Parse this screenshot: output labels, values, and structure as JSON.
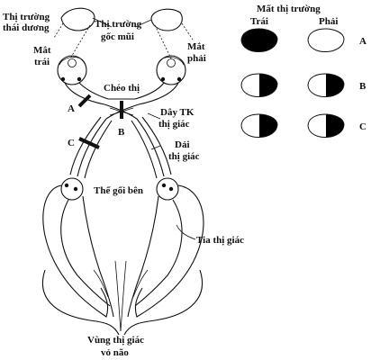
{
  "labels": {
    "field_temporal_line1": "Thị trường",
    "field_temporal_line2": "thái dương",
    "field_nasal_line1": "Thị trường",
    "field_nasal_line2": "gốc mũi",
    "left_eye_line1": "Mắt",
    "left_eye_line2": "trái",
    "right_eye_line1": "Mắt",
    "right_eye_line2": "phải",
    "chiasm": "Chéo thị",
    "optic_nerve_line1": "Dây TK",
    "optic_nerve_line2": "thị giác",
    "optic_tract_line1": "Dải",
    "optic_tract_line2": "thị giác",
    "lgn": "Thể gối bên",
    "radiation": "Tia thị giác",
    "cortex_line1": "Vùng thị giác",
    "cortex_line2": "vỏ não",
    "lesion_a": "A",
    "lesion_b": "B",
    "lesion_c": "C"
  },
  "fields_panel": {
    "title": "Mất thị trường",
    "col_left": "Trái",
    "col_right": "Phải",
    "rows": [
      {
        "label": "A",
        "left": "full",
        "right": "none"
      },
      {
        "label": "B",
        "left": "right-half",
        "right": "right-half"
      },
      {
        "label": "C",
        "left": "right-half",
        "right": "right-half"
      }
    ]
  }
}
